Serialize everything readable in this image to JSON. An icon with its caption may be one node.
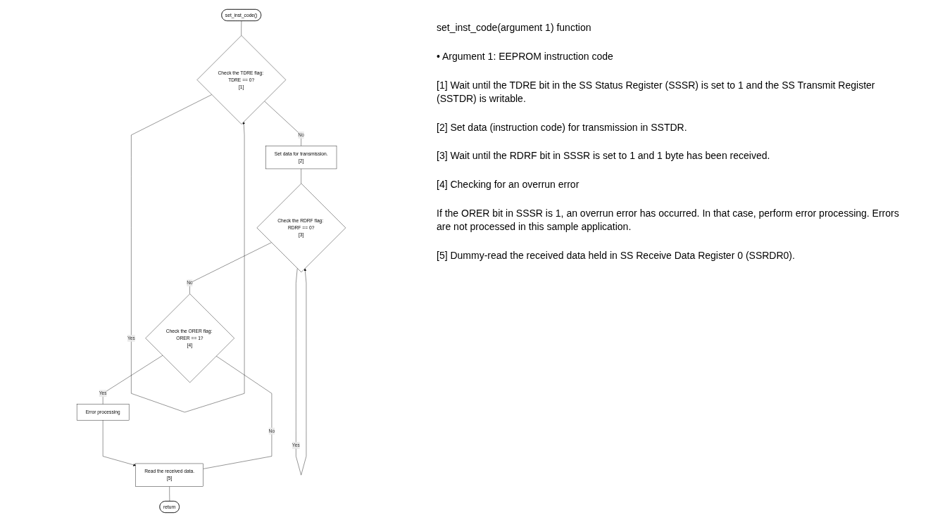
{
  "diagram": {
    "nodes": [
      {
        "text": [
          "set_inst_code()"
        ]
      },
      {
        "text": [
          "Check the TDRE flag: TDRE == 0?",
          "[1]"
        ]
      },
      {
        "text": [
          "Set data for transmission.",
          "[2]"
        ]
      },
      {
        "text": [
          "Check the RDRF flag: RDRF == 0?",
          "[3]"
        ]
      },
      {
        "text": [
          "Check the ORER flag: ORER == 1?",
          "[4]"
        ]
      },
      {
        "text": [
          "Error processing"
        ]
      },
      {
        "text": [
          "Read the received data.",
          "[5]"
        ]
      },
      {
        "text": [
          "return"
        ]
      }
    ],
    "edges": [
      {
        "from": 0,
        "to": 1,
        "arrow": "none"
      },
      {
        "from": 1,
        "to": 1,
        "arrow": "to",
        "label": "Yes"
      },
      {
        "from": 1,
        "to": 2,
        "arrow": "none",
        "label": "No"
      },
      {
        "from": 2,
        "to": 3,
        "arrow": "none"
      },
      {
        "from": 3,
        "to": 3,
        "arrow": "to",
        "label": "Yes"
      },
      {
        "from": 3,
        "to": 4,
        "arrow": "none",
        "label": "No"
      },
      {
        "from": 4,
        "to": 5,
        "arrow": "none",
        "label": "Yes"
      },
      {
        "from": 5,
        "to": 6,
        "arrow": "to"
      },
      {
        "from": 4,
        "to": 6,
        "arrow": "none",
        "label": "No"
      },
      {
        "from": 6,
        "to": 7,
        "arrow": "none"
      }
    ],
    "labels": [
      "set_inst_code(argument 1) function",
      "• Argument 1: EEPROM instruction code",
      "[1] Wait until the TDRE bit in the SS Status Register (SSSR) is set to 1 and the SS Transmit Register (SSTDR) is writable.",
      "[2] Set data (instruction code) for transmission in SSTDR.",
      "[3] Wait until the RDRF bit in SSSR is set to 1 and 1 byte has been received.",
      "[4] Checking for an overrun error",
      "If the ORER bit in SSSR is 1, an overrun error has occurred. In that case, perform error processing. Errors are not processed in this sample application.",
      "[5] Dummy-read the received data held in SS Receive Data Register 0 (SSRDR0)."
    ]
  }
}
